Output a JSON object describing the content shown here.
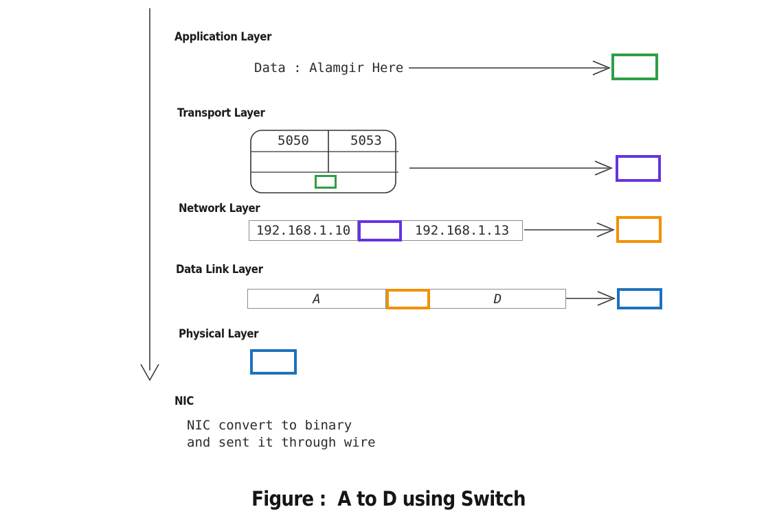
{
  "figure": {
    "caption": "Figure :  A to D using Switch",
    "flow_arrow_name": "downward-encapsulation-arrow"
  },
  "layers": [
    {
      "id": "application",
      "heading": "Application Layer",
      "payload": "Data : Alamgir Here",
      "right_box_color": "#2f9e44",
      "right_box_name": "application-pdu-box"
    },
    {
      "id": "transport",
      "heading": "Transport Layer",
      "src_port": "5050",
      "dst_port": "5053",
      "embedded_box_color": "#2f9e44",
      "right_box_color": "#6633e0",
      "right_box_name": "transport-segment-box"
    },
    {
      "id": "network",
      "heading": "Network Layer",
      "src_ip": "192.168.1.10",
      "dst_ip": "192.168.1.13",
      "embedded_box_color": "#6633e0",
      "right_box_color": "#f29100",
      "right_box_name": "network-packet-box"
    },
    {
      "id": "datalink",
      "heading": "Data Link Layer",
      "src_mac": "A",
      "dst_mac": "D",
      "embedded_box_color": "#f29100",
      "right_box_color": "#1c72bd",
      "right_box_name": "datalink-frame-box"
    },
    {
      "id": "physical",
      "heading": "Physical Layer",
      "box_color": "#1c72bd",
      "box_name": "physical-bits-box"
    },
    {
      "id": "nic",
      "heading": "NIC",
      "note_line_1": "NIC convert to binary",
      "note_line_2": "and sent it through wire"
    }
  ],
  "colors": {
    "green": "#2f9e44",
    "purple": "#6633e0",
    "orange": "#f29100",
    "blue": "#1c72bd",
    "outline_gray": "#8a8a8a",
    "ink": "#2b2b2b",
    "background": "#ffffff"
  }
}
